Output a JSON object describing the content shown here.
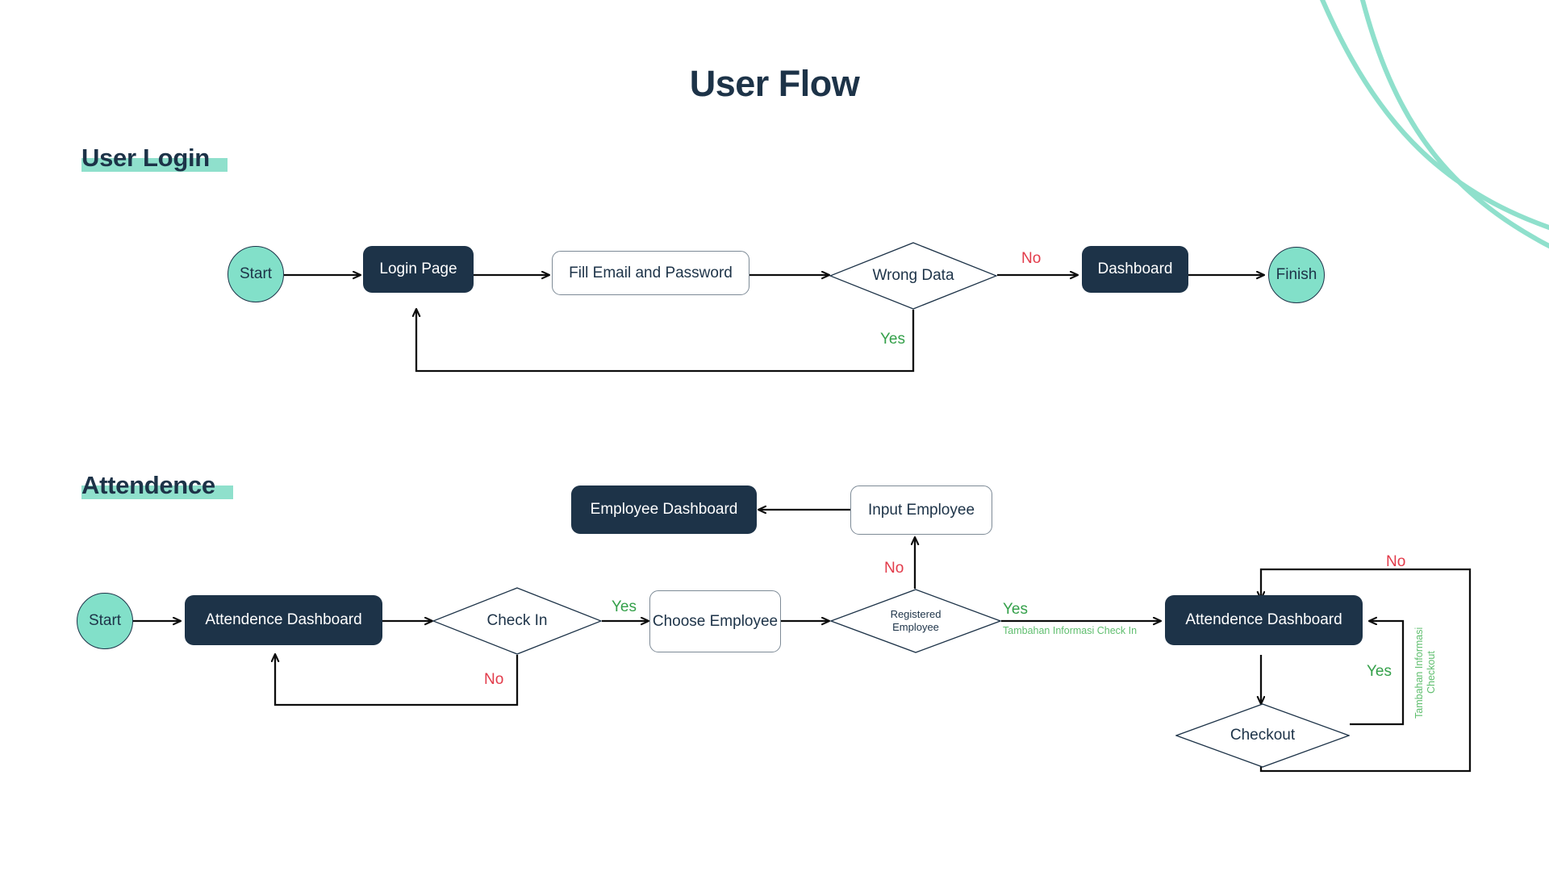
{
  "page": {
    "title": "User Flow",
    "background_color": "#ffffff",
    "accent_mint": "#82E0C9",
    "ink_navy": "#1d3348",
    "yes_green": "#34A04A",
    "no_red": "#E23B4A",
    "note_green": "#5FBE6E"
  },
  "sections": [
    {
      "id": "user-login",
      "heading": "User Login"
    },
    {
      "id": "attendence",
      "heading": "Attendence"
    }
  ],
  "flow_user_login": {
    "nodes": [
      {
        "id": "ul-start",
        "label": "Start",
        "shape": "terminal"
      },
      {
        "id": "ul-login",
        "label": "Login Page",
        "shape": "process"
      },
      {
        "id": "ul-fill",
        "label": "Fill Email and Password",
        "shape": "io"
      },
      {
        "id": "ul-wrong",
        "label": "Wrong Data",
        "shape": "decision"
      },
      {
        "id": "ul-dash",
        "label": "Dashboard",
        "shape": "process"
      },
      {
        "id": "ul-finish",
        "label": "Finish",
        "shape": "terminal"
      }
    ],
    "edge_labels": {
      "wrong_no": "No",
      "wrong_yes": "Yes"
    }
  },
  "flow_attendence": {
    "nodes": [
      {
        "id": "at-start",
        "label": "Start",
        "shape": "terminal"
      },
      {
        "id": "at-dash1",
        "label": "Attendence Dashboard",
        "shape": "process"
      },
      {
        "id": "at-checkin",
        "label": "Check In",
        "shape": "decision"
      },
      {
        "id": "at-choose",
        "label": "Choose\nEmployee",
        "shape": "io"
      },
      {
        "id": "at-reg",
        "label": "Registered\nEmployee",
        "shape": "decision-small"
      },
      {
        "id": "at-input",
        "label": "Input Employee",
        "shape": "io"
      },
      {
        "id": "at-empdash",
        "label": "Employee Dashboard",
        "shape": "process"
      },
      {
        "id": "at-dash2",
        "label": "Attendence Dashboard",
        "shape": "process"
      },
      {
        "id": "at-checkout",
        "label": "Checkout",
        "shape": "decision"
      }
    ],
    "edge_labels": {
      "checkin_yes": "Yes",
      "checkin_no": "No",
      "registered_no": "No",
      "registered_yes": "Yes",
      "registered_note": "Tambahan Informasi Check In",
      "checkout_yes": "Yes",
      "checkout_note": "Tambahan Informasi Checkout",
      "checkout_no": "No"
    }
  }
}
